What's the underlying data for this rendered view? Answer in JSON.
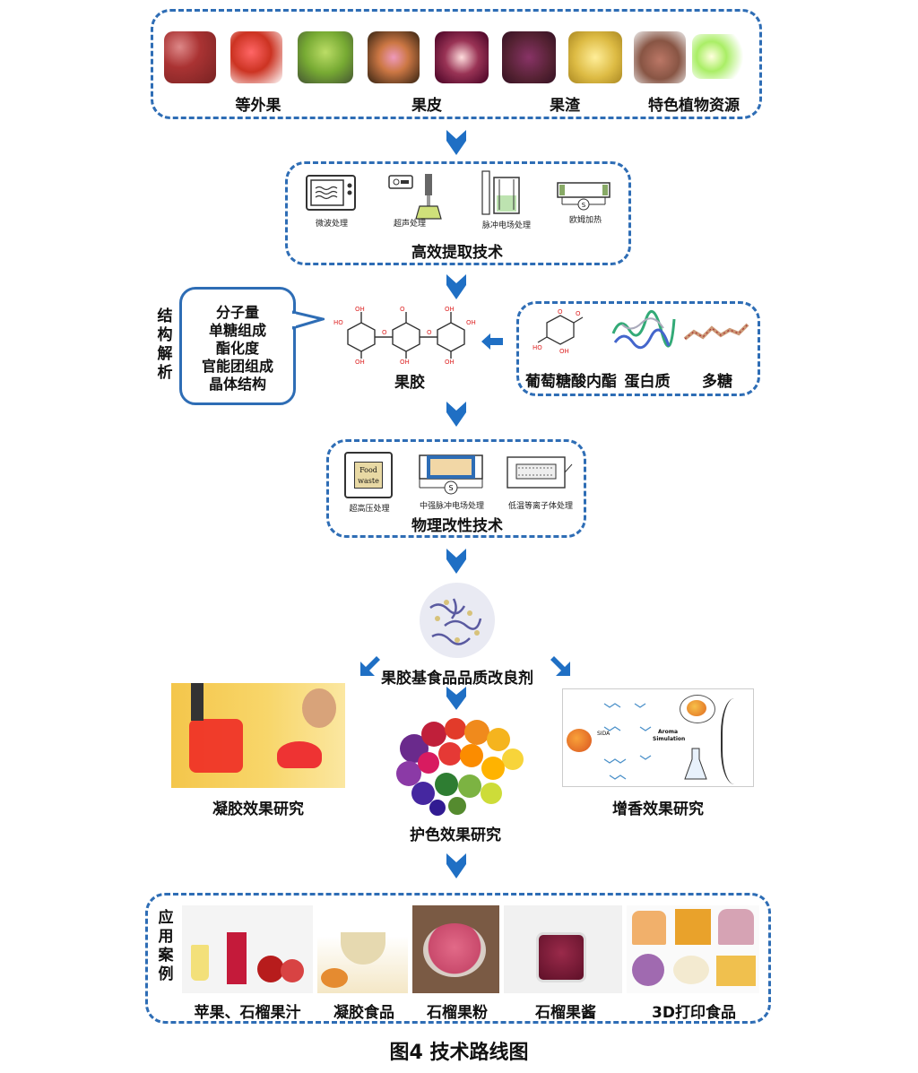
{
  "raw_materials": {
    "labels": [
      "等外果",
      "果皮",
      "果渣",
      "特色植物资源"
    ]
  },
  "extraction": {
    "title": "高效提取技术",
    "methods": [
      "微波处理",
      "超声处理",
      "脉冲电场处理",
      "欧姆加热"
    ]
  },
  "structure": {
    "side_label": [
      "结",
      "构",
      "解",
      "析"
    ],
    "items": [
      "分子量",
      "单糖组成",
      "酯化度",
      "官能团组成",
      "晶体结构"
    ],
    "center_label": "果胶",
    "right_items": [
      "葡萄糖酸内酯",
      "蛋白质",
      "多糖"
    ]
  },
  "modification": {
    "title": "物理改性技术",
    "methods": [
      "超高压处理",
      "中强脉冲电场处理",
      "低温等离子体处理"
    ],
    "food_waste_text": [
      "Food",
      "waste"
    ]
  },
  "improver": {
    "title": "果胶基食品品质改良剂"
  },
  "studies": {
    "gel": "凝胶效果研究",
    "color": "护色效果研究",
    "aroma": "增香效果研究",
    "aroma_diagram_text": [
      "SIDA",
      "Aroma",
      "Simulation"
    ]
  },
  "applications": {
    "side_label": [
      "应",
      "用",
      "案",
      "例"
    ],
    "items": [
      "苹果、石榴果汁",
      "凝胶食品",
      "石榴果粉",
      "石榴果酱",
      "3D打印食品"
    ]
  },
  "caption": "图4  技术路线图",
  "colors": {
    "accent": "#2e6db5",
    "arrow": "#1f6fc4"
  }
}
